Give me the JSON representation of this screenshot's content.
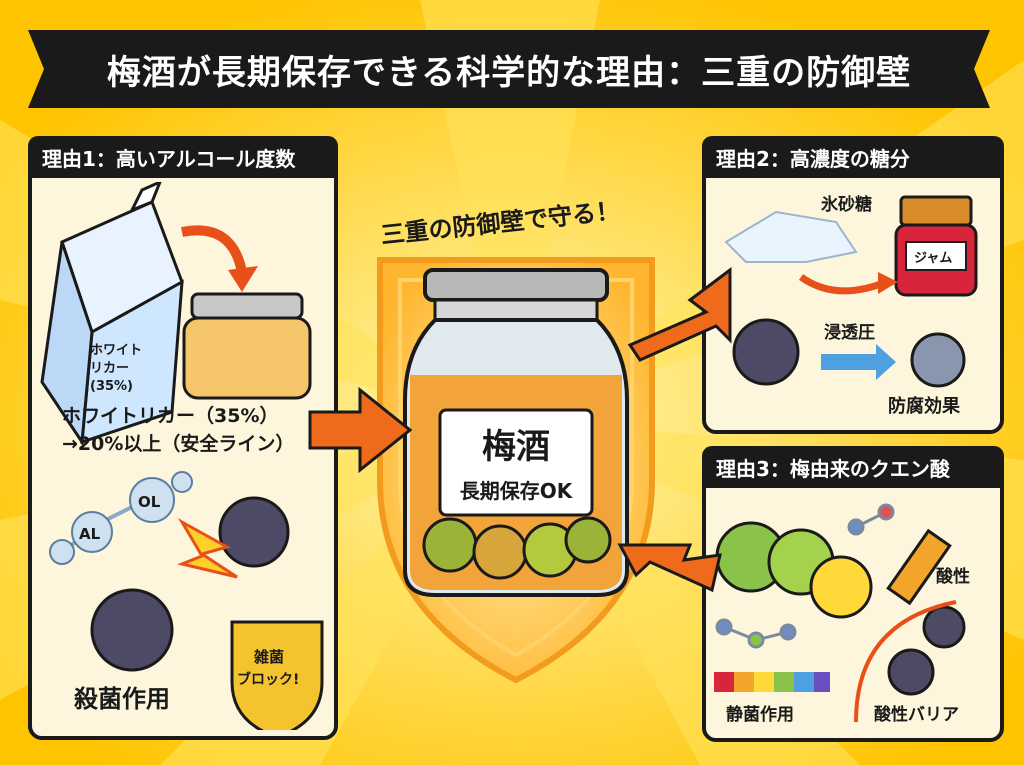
{
  "title": "梅酒が長期保存できる科学的な理由：三重の防御壁",
  "center": {
    "caption": "三重の防御壁で守る！",
    "jar_label_main": "梅酒",
    "jar_label_sub": "長期保存OK"
  },
  "reason1": {
    "heading": "理由1：高いアルコール度数",
    "carton_label": [
      "ホワイト",
      "リカー",
      "(35%)"
    ],
    "line1": "ホワイトリカー（35%）",
    "line2": "→20%以上（安全ライン）",
    "molecule_al": "AL",
    "molecule_ol": "OL",
    "shield_label": [
      "雑菌",
      "ブロック!"
    ],
    "effect": "殺菌作用"
  },
  "reason2": {
    "heading": "理由2：高濃度の糖分",
    "sugar": "氷砂糖",
    "jam": "ジャム",
    "osmosis": "浸透圧",
    "effect": "防腐効果"
  },
  "reason3": {
    "heading": "理由3：梅由来のクエン酸",
    "acidity": "酸性",
    "effect1": "静菌作用",
    "effect2": "酸性バリア"
  },
  "colors": {
    "background": "#ffd21f",
    "panel": "#fdf6dc",
    "dark": "#1a1a1a",
    "arrow": "#f06a1c",
    "liquor": "#f2a33a",
    "shield": "#ffb52e"
  }
}
